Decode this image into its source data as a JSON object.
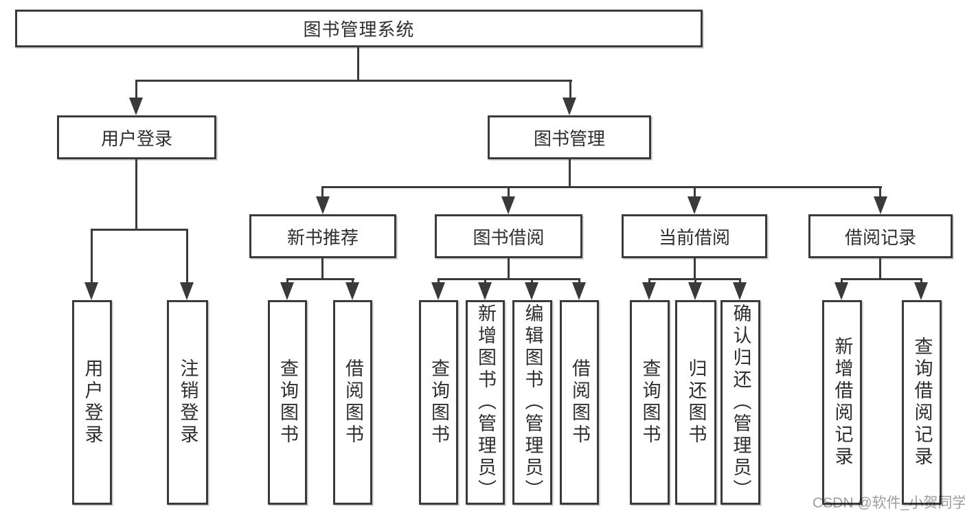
{
  "styles": {
    "line_color": "#3a3a3a",
    "text_color": "#2e2e2e",
    "watermark_color": "#9e9e9e",
    "background": "#ffffff"
  },
  "tree": {
    "root": {
      "label": "图书管理系统"
    },
    "branches": [
      {
        "label": "用户登录",
        "leaves": [
          "用户登录",
          "注销登录"
        ]
      },
      {
        "label": "图书管理",
        "sections": [
          {
            "label": "新书推荐",
            "leaves": [
              "查询图书",
              "借阅图书"
            ]
          },
          {
            "label": "图书借阅",
            "leaves": [
              "查询图书",
              "新增图书（管理员）",
              "编辑图书（管理员）",
              "借阅图书"
            ]
          },
          {
            "label": "当前借阅",
            "leaves": [
              "查询图书",
              "归还图书",
              "确认归还（管理员）"
            ]
          },
          {
            "label": "借阅记录",
            "leaves": [
              "新增借阅记录",
              "查询借阅记录"
            ]
          }
        ]
      }
    ]
  },
  "watermark": {
    "text": "CSDN @软件_小贺同学"
  }
}
